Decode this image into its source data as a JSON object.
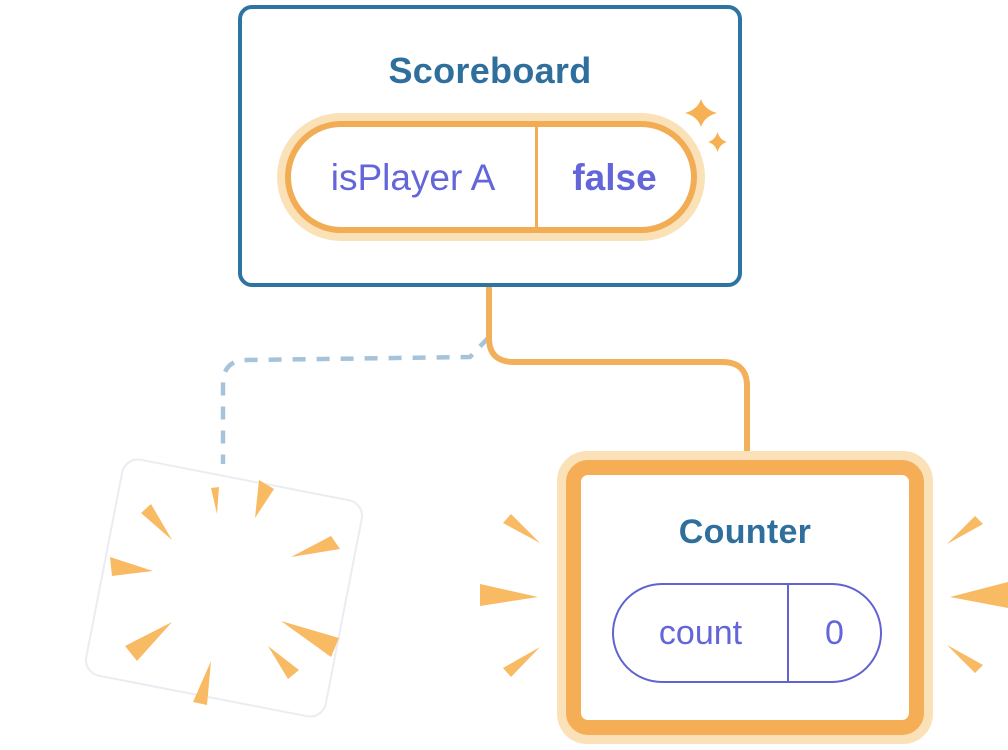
{
  "canvas": {
    "background": "#ffffff"
  },
  "scoreboard_card": {
    "title": "Scoreboard",
    "state_pill": {
      "name": "isPlayer A",
      "value": "false"
    }
  },
  "counter_card": {
    "title": "Counter",
    "state_pill": {
      "name": "count",
      "value": "0"
    }
  },
  "icons": {
    "sparkles_icon": "two four-point stars",
    "poof_burst_icon": "radial wedge burst on tilted removed card",
    "emphasis_burst_icon": "three wedge rays on each side of counter card"
  },
  "palette": {
    "card_border_blue": "#2E74A2",
    "title_blue": "#2E6F9D",
    "state_purple": "#6366D9",
    "pill_ring_orange": "#F2AC53",
    "pill_halo_orange": "#FBE1B8",
    "counter_border_orange": "#F5AE55",
    "connector_orange": "#F2B05A",
    "connector_dashed_blue": "#A7C3D9",
    "burst_orange": "#F8BA62"
  }
}
